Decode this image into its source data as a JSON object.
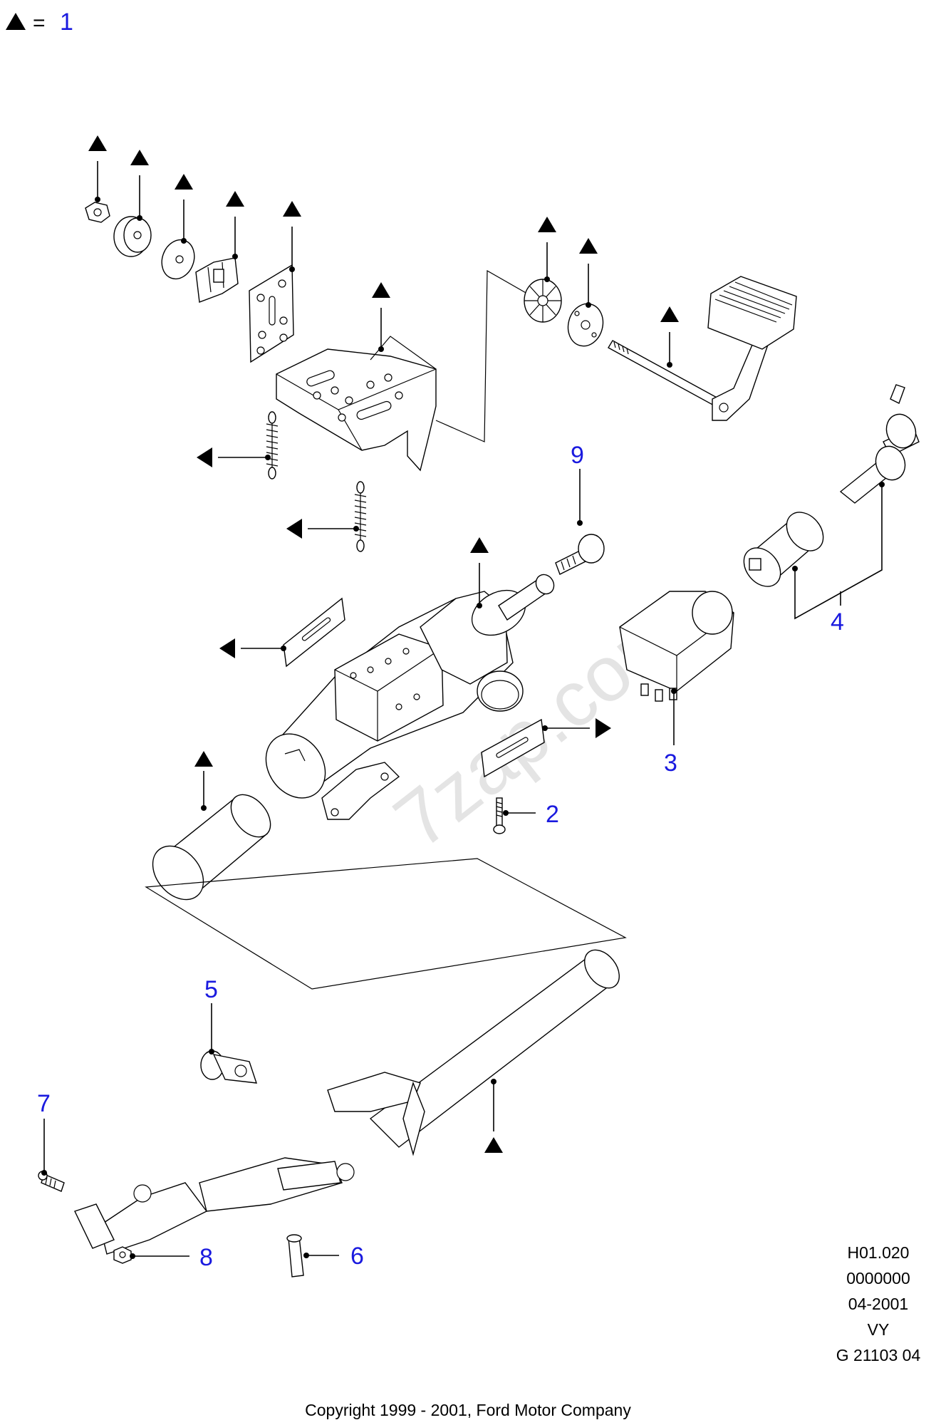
{
  "legend": {
    "symbol": "triangle-icon",
    "equals": "=",
    "number": "1"
  },
  "callouts": [
    {
      "id": "2",
      "label": "2"
    },
    {
      "id": "3",
      "label": "3"
    },
    {
      "id": "4",
      "label": "4"
    },
    {
      "id": "5",
      "label": "5"
    },
    {
      "id": "6",
      "label": "6"
    },
    {
      "id": "7",
      "label": "7"
    },
    {
      "id": "8",
      "label": "8"
    },
    {
      "id": "9",
      "label": "9"
    }
  ],
  "watermark": "7zap.com",
  "codes": [
    "H01.020",
    "0000000",
    "04-2001",
    "VY",
    "G 21103 04"
  ],
  "copyright": "Copyright 1999 - 2001, Ford Motor Company",
  "colors": {
    "callout": "#1a1adf",
    "line": "#000000"
  }
}
